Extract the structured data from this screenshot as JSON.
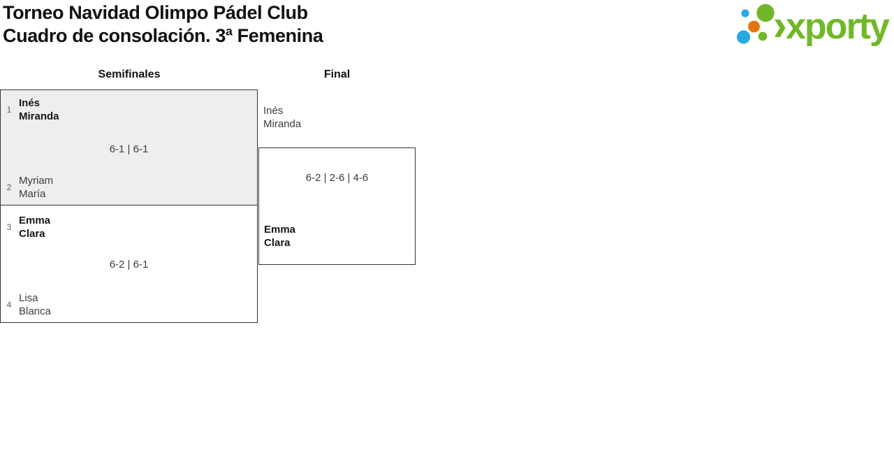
{
  "header": {
    "title_line1": "Torneo Navidad Olimpo Pádel Club",
    "title_line2": "Cuadro de consolación. 3ª Femenina"
  },
  "logo": {
    "brand": "xporty",
    "green": "#72b72a",
    "blue": "#2aa9e0",
    "orange": "#e4740f"
  },
  "bracket": {
    "round_headers": [
      "Semifinales",
      "Final"
    ],
    "matches": [
      {
        "name": "semifinal-1",
        "score": "6-1 | 6-1",
        "highlighted": true,
        "team1": {
          "seed": "1",
          "players": [
            "Inés",
            "Miranda"
          ],
          "winner": true
        },
        "team2": {
          "seed": "2",
          "players": [
            "Myriam",
            "María"
          ],
          "winner": false
        }
      },
      {
        "name": "semifinal-2",
        "score": "6-2 | 6-1",
        "highlighted": false,
        "team1": {
          "seed": "3",
          "players": [
            "Emma",
            "Clara"
          ],
          "winner": true
        },
        "team2": {
          "seed": "4",
          "players": [
            "Lisa",
            "Blanca"
          ],
          "winner": false
        }
      },
      {
        "name": "final",
        "score": "6-2 | 2-6 | 4-6",
        "highlighted": false,
        "team1": {
          "players": [
            "Inés",
            "Miranda"
          ],
          "winner": false
        },
        "team2": {
          "players": [
            "Emma",
            "Clara"
          ],
          "winner": true
        }
      }
    ]
  }
}
